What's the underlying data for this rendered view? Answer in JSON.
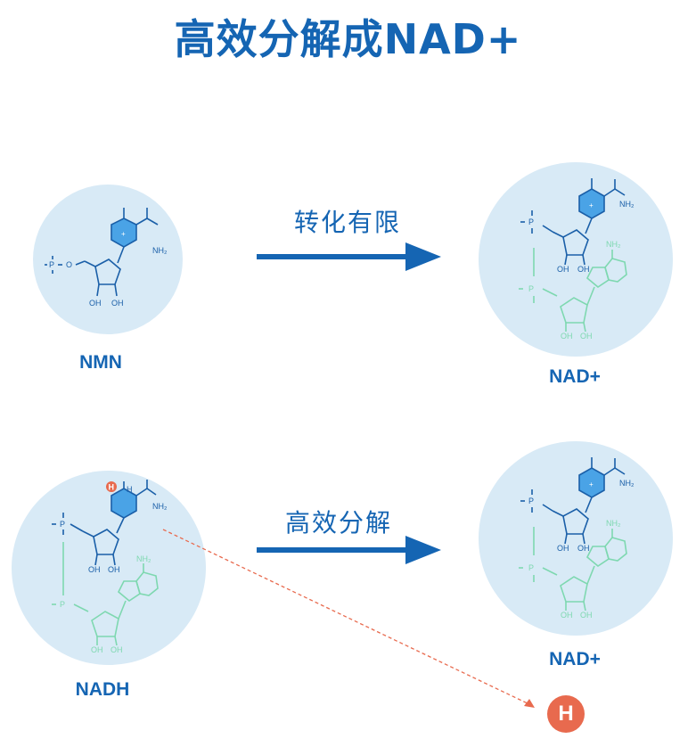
{
  "title": "高效分解成NAD+",
  "colors": {
    "title_blue": "#1565b3",
    "circle_bg": "#d8eaf6",
    "molecule_blue": "#1a5fa8",
    "ring_fill": "#4aa3e6",
    "adenosine_green": "#7ed8b0",
    "hydrogen_red": "#e86a4e"
  },
  "molecules": {
    "nmn": {
      "name": "NMN",
      "labels": {
        "phosphate": "O⁻",
        "p": "P",
        "o": "O",
        "nh2": "NH₂",
        "oh1": "OH",
        "oh2": "OH",
        "plus": "+"
      }
    },
    "nad_top": {
      "name": "NAD+",
      "labels": {
        "nh2": "NH₂",
        "nh2_adenine": "NH₂",
        "oh": "OH",
        "plus": "+"
      }
    },
    "nadh": {
      "name": "NADH",
      "labels": {
        "h": "H",
        "nh2": "NH₂",
        "nh2_adenine": "NH₂",
        "oh": "OH"
      }
    },
    "nad_bottom": {
      "name": "NAD+",
      "labels": {
        "nh2": "NH₂",
        "nh2_adenine": "NH₂",
        "oh": "OH",
        "plus": "+"
      }
    }
  },
  "arrows": {
    "top": {
      "label": "转化有限"
    },
    "bottom": {
      "label": "高效分解"
    }
  },
  "hydrogen": {
    "label": "H"
  }
}
